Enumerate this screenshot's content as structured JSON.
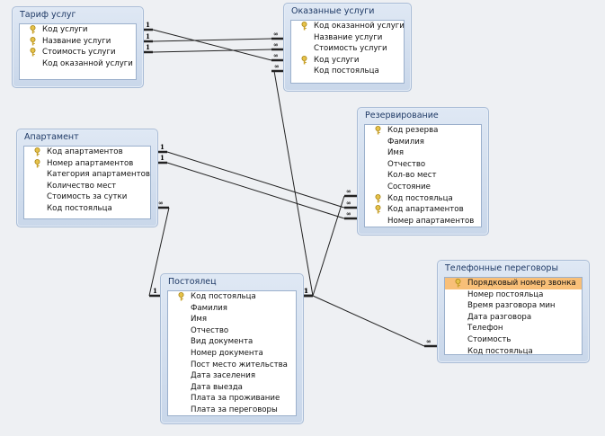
{
  "tables": [
    {
      "id": "tarif",
      "title": "Тариф услуг",
      "fields": [
        {
          "name": "Код услуги",
          "key": true
        },
        {
          "name": "Название услуги",
          "key": true
        },
        {
          "name": "Стоимость услуги",
          "key": true
        },
        {
          "name": "Код оказанной услуги",
          "key": false
        }
      ]
    },
    {
      "id": "okaz",
      "title": "Оказанные услуги",
      "fields": [
        {
          "name": "Код оказанной услуги",
          "key": true
        },
        {
          "name": "Название услуги",
          "key": false
        },
        {
          "name": "Стоимость услуги",
          "key": false
        },
        {
          "name": "Код услуги",
          "key": true
        },
        {
          "name": "Код постояльца",
          "key": false
        }
      ]
    },
    {
      "id": "apart",
      "title": "Апартамент",
      "fields": [
        {
          "name": "Код апартаментов",
          "key": true
        },
        {
          "name": "Номер апартаментов",
          "key": true
        },
        {
          "name": "Категория апартаментов",
          "key": false
        },
        {
          "name": "Количество мест",
          "key": false
        },
        {
          "name": "Стоимость за сутки",
          "key": false
        },
        {
          "name": "Код постояльца",
          "key": false
        }
      ]
    },
    {
      "id": "rezerv",
      "title": "Резервирование",
      "fields": [
        {
          "name": "Код резерва",
          "key": true
        },
        {
          "name": "Фамилия",
          "key": false
        },
        {
          "name": "Имя",
          "key": false
        },
        {
          "name": "Отчество",
          "key": false
        },
        {
          "name": "Кол-во мест",
          "key": false
        },
        {
          "name": "Состояние",
          "key": false
        },
        {
          "name": "Код постояльца",
          "key": true
        },
        {
          "name": "Код апартаментов",
          "key": true
        },
        {
          "name": "Номер апартаментов",
          "key": false
        }
      ]
    },
    {
      "id": "postoyalets",
      "title": "Постоялец",
      "fields": [
        {
          "name": "Код постояльца",
          "key": true
        },
        {
          "name": "Фамилия",
          "key": false
        },
        {
          "name": "Имя",
          "key": false
        },
        {
          "name": "Отчество",
          "key": false
        },
        {
          "name": "Вид документа",
          "key": false
        },
        {
          "name": "Номер документа",
          "key": false
        },
        {
          "name": "Пост место жительства",
          "key": false
        },
        {
          "name": "Дата заселения",
          "key": false
        },
        {
          "name": "Дата выезда",
          "key": false
        },
        {
          "name": "Плата за проживание",
          "key": false
        },
        {
          "name": "Плата за переговоры",
          "key": false
        }
      ]
    },
    {
      "id": "telefon",
      "title": "Телефонные переговоры",
      "fields": [
        {
          "name": "Порядковый номер звонка",
          "key": true,
          "selected": true
        },
        {
          "name": "Номер постояльца",
          "key": false
        },
        {
          "name": "Время разговора мин",
          "key": false
        },
        {
          "name": "Дата разговора",
          "key": false
        },
        {
          "name": "Телефон",
          "key": false
        },
        {
          "name": "Стоимость",
          "key": false
        },
        {
          "name": "Код постояльца",
          "key": false
        }
      ]
    }
  ],
  "relationships": [
    {
      "from": "Тариф услуг.Код услуги",
      "from_card": "1",
      "to": "Оказанные услуги.Код услуги",
      "to_card": "∞"
    },
    {
      "from": "Тариф услуг.Название услуги",
      "from_card": "1",
      "to": "Оказанные услуги.Название услуги",
      "to_card": "∞"
    },
    {
      "from": "Тариф услуг.Стоимость услуги",
      "from_card": "1",
      "to": "Оказанные услуги.Стоимость услуги",
      "to_card": "∞"
    },
    {
      "from": "Постоялец.Код постояльца",
      "from_card": "1",
      "to": "Оказанные услуги.Код постояльца",
      "to_card": "∞"
    },
    {
      "from": "Апартамент.Код апартаментов",
      "from_card": "1",
      "to": "Резервирование.Код апартаментов",
      "to_card": "∞"
    },
    {
      "from": "Апартамент.Номер апартаментов",
      "from_card": "1",
      "to": "Резервирование.Номер апартаментов",
      "to_card": "∞"
    },
    {
      "from": "Постоялец.Код постояльца",
      "from_card": "1",
      "to": "Апартамент.Код постояльца",
      "to_card": "∞"
    },
    {
      "from": "Постоялец.Код постояльца",
      "from_card": "1",
      "to": "Резервирование.Код постояльца",
      "to_card": "∞"
    },
    {
      "from": "Постоялец.Код постояльца",
      "from_card": "1",
      "to": "Телефонные переговоры.Код постояльца",
      "to_card": "∞"
    }
  ]
}
